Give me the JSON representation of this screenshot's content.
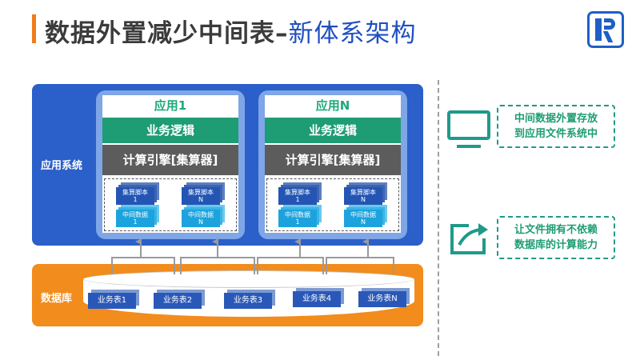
{
  "title": {
    "main": "数据外置减少中间表",
    "dash": "–",
    "accent": "新体系架构"
  },
  "app_system": {
    "label": "应用系统",
    "cards": [
      {
        "name": "应用1",
        "biz": "业务逻辑",
        "engine": "计算引擎[集算器]",
        "scripts": [
          {
            "line1": "集算脚本",
            "line2": "1"
          },
          {
            "line1": "集算脚本",
            "line2": "N"
          }
        ],
        "data": [
          {
            "line1": "中间数据",
            "line2": "1"
          },
          {
            "line1": "中间数据",
            "line2": "N"
          }
        ]
      },
      {
        "name": "应用N",
        "biz": "业务逻辑",
        "engine": "计算引擎[集算器]",
        "scripts": [
          {
            "line1": "集算脚本",
            "line2": "1"
          },
          {
            "line1": "集算脚本",
            "line2": "N"
          }
        ],
        "data": [
          {
            "line1": "中间数据",
            "line2": "1"
          },
          {
            "line1": "中间数据",
            "line2": "N"
          }
        ]
      }
    ]
  },
  "database": {
    "label": "数据库",
    "tables": [
      "业务表1",
      "业务表2",
      "业务表3",
      "业务表4",
      "业务表N"
    ]
  },
  "notes": [
    {
      "icon": "monitor-icon",
      "line1": "中间数据外置存放",
      "line2": "到应用文件系统中"
    },
    {
      "icon": "share-arrow-icon",
      "line1": "让文件拥有不依赖",
      "line2": "数据库的计算能力"
    }
  ],
  "colors": {
    "title_bar": "#f07c1a",
    "brand_blue": "#1f4fbf",
    "app_system_bg": "#2b5fc9",
    "database_bg": "#f28c1c",
    "business_logic": "#1e9c74",
    "engine": "#5c5c5c",
    "note_border": "#1f9a8a"
  }
}
